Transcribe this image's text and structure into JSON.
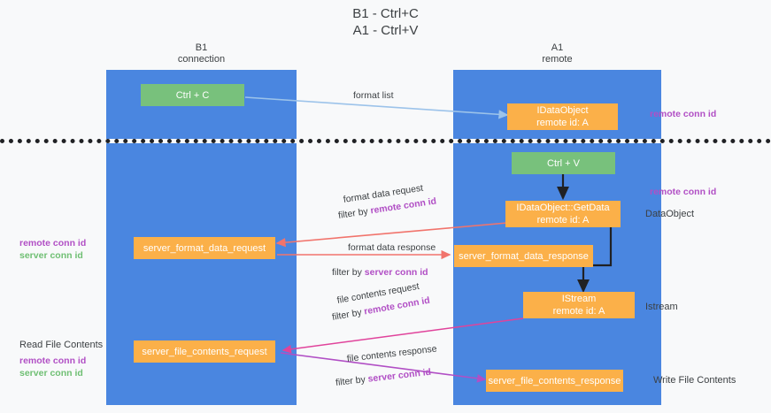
{
  "title": "B1 - Ctrl+C\nA1 - Ctrl+V",
  "columns": {
    "left": {
      "name": "B1",
      "sub": "connection",
      "label": "B1\nconnection"
    },
    "right": {
      "name": "A1",
      "sub": "remote",
      "label": "A1\nremote"
    }
  },
  "nodes": {
    "ctrl_c": {
      "text": "Ctrl + C",
      "color": "#78c17c"
    },
    "idataobject": {
      "text": "IDataObject\nremote id: A",
      "color": "#fbb049"
    },
    "ctrl_v": {
      "text": "Ctrl + V",
      "color": "#78c17c"
    },
    "getdata": {
      "text": "IDataObject::GetData\nremote id: A",
      "color": "#fbb049"
    },
    "fmt_req": {
      "text": "server_format_data_request",
      "color": "#fbb049"
    },
    "fmt_resp": {
      "text": "server_format_data_response",
      "color": "#fbb049"
    },
    "istream": {
      "text": "IStream\nremote id: A",
      "color": "#fbb049"
    },
    "file_req": {
      "text": "server_file_contents_request",
      "color": "#fbb049"
    },
    "file_resp": {
      "text": "server_file_contents_response",
      "color": "#fbb049"
    }
  },
  "edge_labels": {
    "format_list": "format list",
    "fmt_data_request": "format data request",
    "fmt_req_filter_pre": "filter by ",
    "fmt_req_filter_key": "remote conn id",
    "fmt_data_response": "format data response",
    "fmt_resp_filter_pre": "filter by ",
    "fmt_resp_filter_key": "server conn id",
    "file_request": "file contents request",
    "file_req_filter_pre": "filter by ",
    "file_req_filter_key": "remote conn id",
    "file_response": "file contents response",
    "file_resp_filter_pre": "filter by ",
    "file_resp_filter_key": "server conn id"
  },
  "side_labels": {
    "right_remote_conn_top": "remote conn id",
    "right_remote_conn_mid": "remote conn id",
    "right_dataobject": "DataObject",
    "right_istream": "Istream",
    "right_write_file": "Write File Contents",
    "left_remote_conn": "remote conn id",
    "left_server_conn": "server conn id",
    "left_read_file": "Read File Contents",
    "left_remote_conn_2": "remote conn id",
    "left_server_conn_2": "server conn id"
  },
  "colors": {
    "lane": "#4a86e0",
    "green_node": "#78c17c",
    "orange_node": "#fbb049",
    "purple_text": "#b14fc5",
    "green_text": "#6fbf73",
    "background": "#f8f9fa",
    "separator": "#202124",
    "arrow_blue": "#9cc3ea",
    "arrow_red": "#f1746c",
    "arrow_black": "#202124",
    "arrow_magenta": "#e0439b",
    "arrow_purple": "#b14fc5"
  }
}
